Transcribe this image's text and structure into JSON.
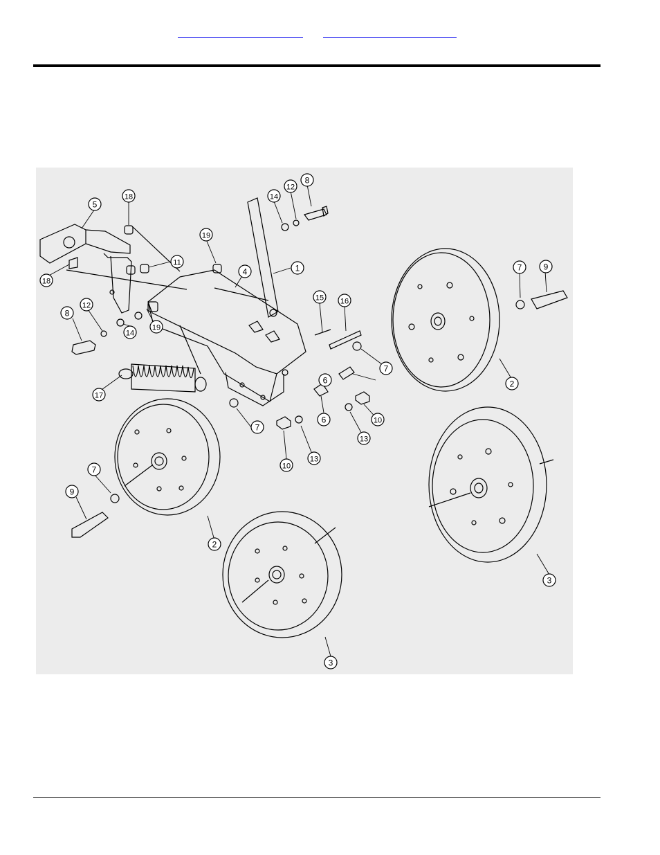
{
  "header": {
    "links": [
      "",
      ""
    ]
  },
  "callouts": [
    {
      "label": "1"
    },
    {
      "label": "2"
    },
    {
      "label": "2"
    },
    {
      "label": "3"
    },
    {
      "label": "3"
    },
    {
      "label": "4"
    },
    {
      "label": "5"
    },
    {
      "label": "6"
    },
    {
      "label": "6"
    },
    {
      "label": "7"
    },
    {
      "label": "7"
    },
    {
      "label": "7"
    },
    {
      "label": "7"
    },
    {
      "label": "8"
    },
    {
      "label": "8"
    },
    {
      "label": "9"
    },
    {
      "label": "9"
    },
    {
      "label": "10"
    },
    {
      "label": "10"
    },
    {
      "label": "11"
    },
    {
      "label": "12"
    },
    {
      "label": "12"
    },
    {
      "label": "13"
    },
    {
      "label": "13"
    },
    {
      "label": "14"
    },
    {
      "label": "14"
    },
    {
      "label": "15"
    },
    {
      "label": "16"
    },
    {
      "label": "17"
    },
    {
      "label": "18"
    },
    {
      "label": "18"
    },
    {
      "label": "19"
    },
    {
      "label": "19"
    }
  ],
  "colors": {
    "line": "#000000",
    "diagram_background": "#ececec",
    "link": "#1a1aee"
  }
}
